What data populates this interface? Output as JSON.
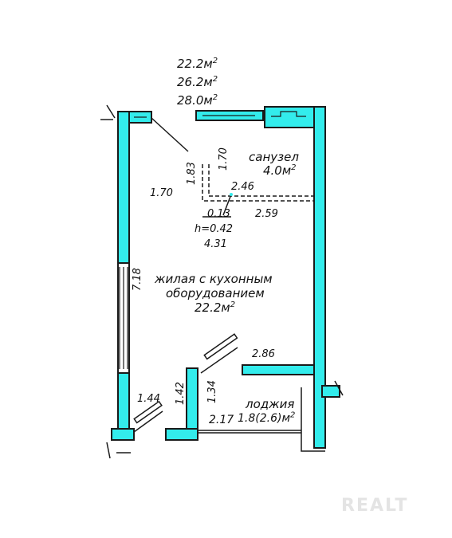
{
  "areas": {
    "living": "22.2",
    "total": "26.2",
    "with_loggia": "28.0",
    "unit": "м",
    "sup": "2"
  },
  "rooms": {
    "bathroom": {
      "name": "санузел",
      "area": "4.0м",
      "sup": "2"
    },
    "living": {
      "name_line1": "жилая с кухонным",
      "name_line2": "оборудованием",
      "area": "22.2м",
      "sup": "2"
    },
    "loggia": {
      "name": "лоджия",
      "area": "1.8(2.6)м",
      "sup": "2"
    }
  },
  "dims": {
    "d1": "1.70",
    "d2": "1.83",
    "d3": "1.70",
    "d4": "2.46",
    "d5": "0.13",
    "d6": "2.59",
    "d7": "h=0.42",
    "d8": "4.31",
    "d9": "7.18",
    "d10": "2.86",
    "d11": "1.44",
    "d12": "1.42",
    "d13": "1.34",
    "d14": "2.17"
  },
  "colors": {
    "wall_fill": "#33ecec",
    "line": "#1a1a1a"
  },
  "watermark": "REALT"
}
